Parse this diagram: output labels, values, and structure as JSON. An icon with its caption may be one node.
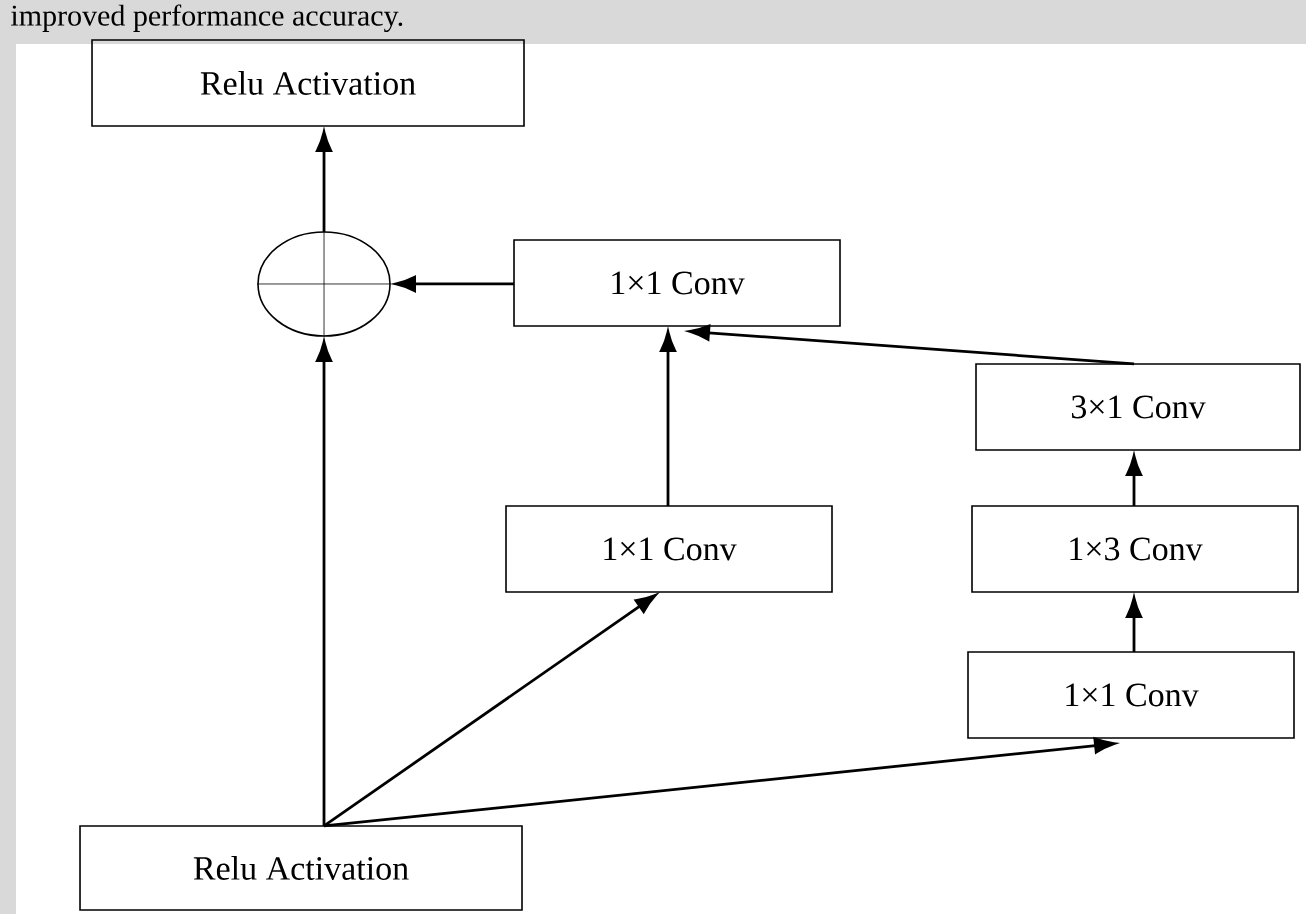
{
  "diagram": {
    "nodes": [
      {
        "text": [
          "Relu Activation"
        ]
      },
      {
        "text": [],
        "shape": "circle"
      },
      {
        "text": [
          "1×1 Conv"
        ]
      },
      {
        "text": [
          "3×1 Conv"
        ]
      },
      {
        "text": [
          "1×1 Conv"
        ]
      },
      {
        "text": [
          "1×3 Conv"
        ]
      },
      {
        "text": [
          "1×1 Conv"
        ]
      },
      {
        "text": [
          "Relu Activation"
        ]
      }
    ],
    "edges": [
      {
        "from": 7,
        "to": 1,
        "arrow": "to"
      },
      {
        "from": 7,
        "to": 4,
        "arrow": "to"
      },
      {
        "from": 7,
        "to": 6,
        "arrow": "to"
      },
      {
        "from": 6,
        "to": 5,
        "arrow": "to"
      },
      {
        "from": 5,
        "to": 3,
        "arrow": "to"
      },
      {
        "from": 3,
        "to": 2,
        "arrow": "to"
      },
      {
        "from": 4,
        "to": 2,
        "arrow": "to"
      },
      {
        "from": 2,
        "to": 1,
        "arrow": "to"
      },
      {
        "from": 1,
        "to": 0,
        "arrow": "to"
      }
    ],
    "labels": [
      "improved performance accuracy."
    ]
  }
}
